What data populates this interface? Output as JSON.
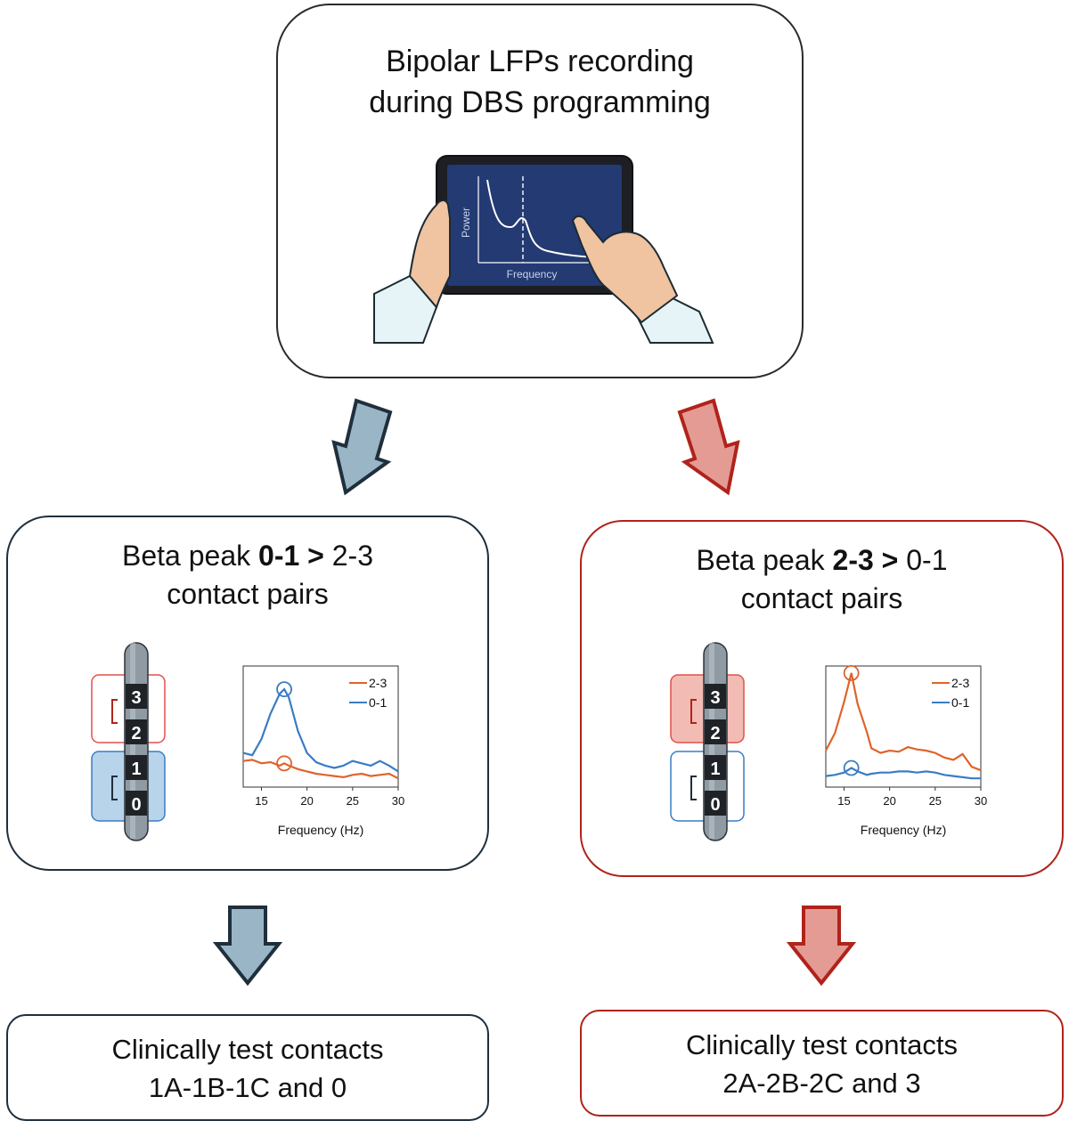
{
  "top": {
    "line1": "Bipolar LFPs recording",
    "line2": "during DBS programming",
    "tablet_ylabel": "Power",
    "tablet_xlabel": "Frequency"
  },
  "left": {
    "title_pre": "Beta peak ",
    "title_bold": "0-1",
    "title_op": " > ",
    "title_post": "2-3",
    "title_line2": "contact pairs",
    "contacts": [
      "3",
      "2",
      "1",
      "0"
    ],
    "chart": {
      "xlabel": "Frequency (Hz)",
      "ticks": [
        "15",
        "20",
        "25",
        "30"
      ],
      "legend": [
        "2-3",
        "0-1"
      ]
    },
    "result_line1": "Clinically test contacts",
    "result_line2": "1A-1B-1C and 0"
  },
  "right": {
    "title_pre": "Beta peak ",
    "title_bold": "2-3",
    "title_op": " > ",
    "title_post": "0-1",
    "title_line2": "contact pairs",
    "contacts": [
      "3",
      "2",
      "1",
      "0"
    ],
    "chart": {
      "xlabel": "Frequency (Hz)",
      "ticks": [
        "15",
        "20",
        "25",
        "30"
      ],
      "legend": [
        "2-3",
        "0-1"
      ]
    },
    "result_line1": "Clinically test contacts",
    "result_line2": "2A-2B-2C and 3"
  },
  "colors": {
    "blue_series": "#3a7cc4",
    "orange_series": "#e0632a",
    "blue_arrow": "#9ab6c6",
    "red_arrow": "#e49b93",
    "dark_outline": "#1f2f3c",
    "red_outline": "#b0231b",
    "tablet_screen": "#233a73"
  },
  "chart_data": [
    {
      "type": "line",
      "xlabel": "Frequency (Hz)",
      "xlim": [
        13,
        30
      ],
      "series": [
        {
          "name": "2-3",
          "x": [
            13,
            14,
            15,
            16,
            17,
            17.5,
            18,
            19,
            20,
            21,
            22,
            23,
            24,
            25,
            26,
            27,
            28,
            29,
            30
          ],
          "values": [
            0.21,
            0.22,
            0.19,
            0.2,
            0.17,
            0.19,
            0.17,
            0.14,
            0.12,
            0.1,
            0.09,
            0.08,
            0.07,
            0.09,
            0.1,
            0.08,
            0.09,
            0.1,
            0.06
          ]
        },
        {
          "name": "0-1",
          "x": [
            13,
            14,
            15,
            16,
            17,
            17.5,
            18,
            19,
            20,
            21,
            22,
            23,
            24,
            25,
            26,
            27,
            28,
            29,
            30
          ],
          "values": [
            0.28,
            0.26,
            0.4,
            0.62,
            0.79,
            0.83,
            0.76,
            0.47,
            0.28,
            0.2,
            0.17,
            0.15,
            0.17,
            0.21,
            0.19,
            0.17,
            0.21,
            0.17,
            0.12
          ]
        }
      ],
      "peaks": {
        "2-3": 17.5,
        "0-1": 17.5
      }
    },
    {
      "type": "line",
      "xlabel": "Frequency (Hz)",
      "xlim": [
        13,
        30
      ],
      "series": [
        {
          "name": "2-3",
          "x": [
            13,
            14,
            15,
            15.8,
            16.5,
            17.5,
            18,
            19,
            20,
            21,
            22,
            23,
            24,
            25,
            26,
            27,
            28,
            29,
            30
          ],
          "values": [
            0.3,
            0.45,
            0.72,
            0.97,
            0.7,
            0.46,
            0.32,
            0.28,
            0.3,
            0.29,
            0.33,
            0.31,
            0.3,
            0.28,
            0.24,
            0.22,
            0.27,
            0.16,
            0.13
          ]
        },
        {
          "name": "0-1",
          "x": [
            13,
            14,
            15,
            15.8,
            16.5,
            17.5,
            18,
            19,
            20,
            21,
            22,
            23,
            24,
            25,
            26,
            27,
            28,
            29,
            30
          ],
          "values": [
            0.08,
            0.09,
            0.11,
            0.15,
            0.12,
            0.09,
            0.1,
            0.11,
            0.11,
            0.12,
            0.12,
            0.11,
            0.12,
            0.11,
            0.09,
            0.08,
            0.07,
            0.06,
            0.06
          ]
        }
      ],
      "peaks": {
        "2-3": 15.8,
        "0-1": 15.8
      }
    }
  ]
}
